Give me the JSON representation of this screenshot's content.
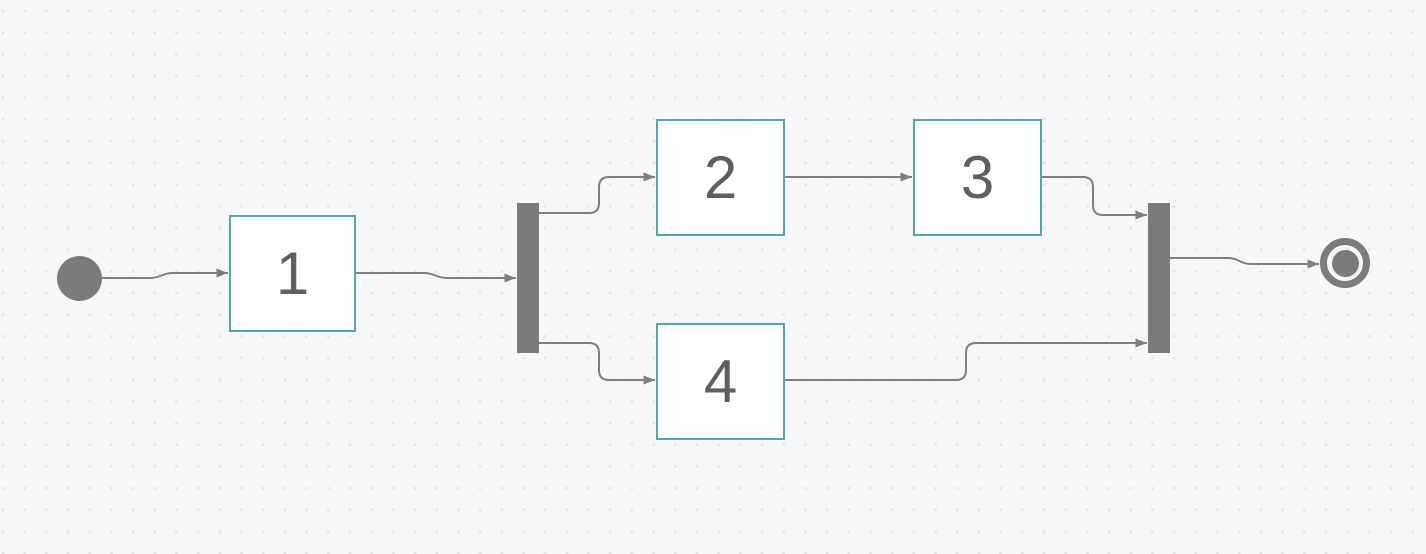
{
  "canvas": {
    "background_color": "#f6f7f9",
    "dot_grid_color": "#e1e3e6"
  },
  "colors": {
    "task_border": "#54a7a5",
    "task_fill": "#ffffff",
    "connector": "#7f7f7f",
    "shape_gray": "#7b7b7b",
    "label_text": "#5f5f5f"
  },
  "diagram": {
    "type": "uml-activity-diagram",
    "nodes": {
      "start": {
        "kind": "initial-node",
        "label": ""
      },
      "task1": {
        "kind": "task",
        "label": "1"
      },
      "fork": {
        "kind": "fork-bar",
        "label": ""
      },
      "task2": {
        "kind": "task",
        "label": "2"
      },
      "task3": {
        "kind": "task",
        "label": "3"
      },
      "task4": {
        "kind": "task",
        "label": "4"
      },
      "join": {
        "kind": "join-bar",
        "label": ""
      },
      "end": {
        "kind": "final-node",
        "label": ""
      }
    },
    "edges": [
      {
        "from": "start",
        "to": "task1"
      },
      {
        "from": "task1",
        "to": "fork"
      },
      {
        "from": "fork",
        "to": "task2"
      },
      {
        "from": "task2",
        "to": "task3"
      },
      {
        "from": "task3",
        "to": "join"
      },
      {
        "from": "fork",
        "to": "task4"
      },
      {
        "from": "task4",
        "to": "join"
      },
      {
        "from": "join",
        "to": "end"
      }
    ]
  }
}
